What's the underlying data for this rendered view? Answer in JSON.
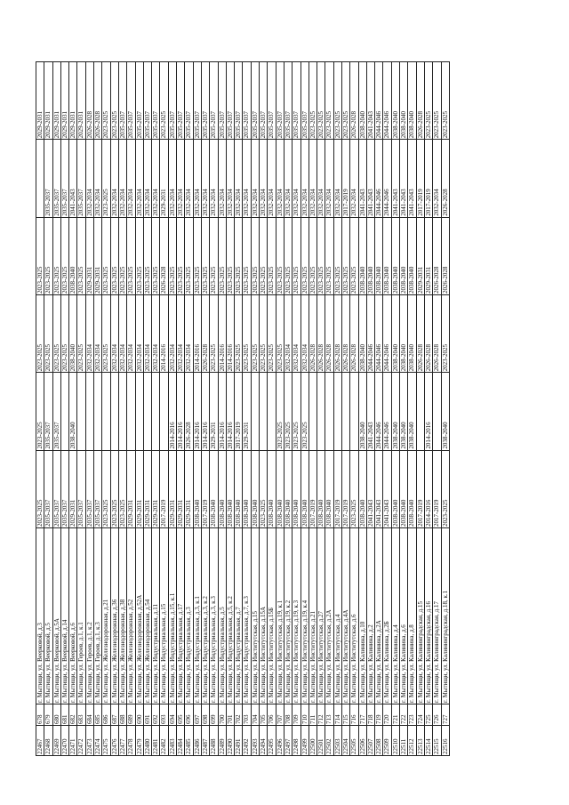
{
  "rows": [
    [
      "22467",
      "678",
      "г. Мытищи, ул. Веерковой, д.3",
      "2023-2025",
      "2023-2025",
      "2023-2025",
      "2023-2025",
      "",
      "2029-2031"
    ],
    [
      "22468",
      "679",
      "г. Мытищи, ул. Веерковой, д.5",
      "2035-2037",
      "2035-2037",
      "2023-2025",
      "2023-2025",
      "2035-2037",
      "2029-2031"
    ],
    [
      "22469",
      "680",
      "г. Мытищи, ул. Веерковой, д.5А",
      "2035-2037",
      "2035-2037",
      "2023-2025",
      "2023-2025",
      "2035-2037",
      "2029-2031"
    ],
    [
      "22470",
      "681",
      "г. Мытищи, ул. Веерковой, д.14",
      "2035-2037",
      "",
      "2023-2025",
      "2023-2025",
      "2035-2037",
      "2029-2031"
    ],
    [
      "22471",
      "682",
      "г. Мытищи, ул. Веерковой, д.6",
      "2029-2031",
      "2038-2040",
      "2038-2040",
      "2038-2040",
      "2041-2043",
      "2029-2031"
    ],
    [
      "22472",
      "683",
      "г. Мытищи, ул. Героев, д.1, к.1",
      "2035-2037",
      "",
      "2023-2025",
      "2023-2025",
      "2035-2037",
      "2029-2031"
    ],
    [
      "22473",
      "684",
      "г. Мытищи, ул. Героев, д.1, к.2",
      "2035-2037",
      "",
      "2032-2034",
      "2029-2031",
      "2032-2034",
      "2026-2028"
    ],
    [
      "22474",
      "685",
      "г. Мытищи, ул. Героев, д.1, к.3",
      "2035-2037",
      "",
      "2032-2034",
      "2029-2031",
      "2032-2034",
      "2026-2028"
    ],
    [
      "22475",
      "686",
      "г. Мытищи, ул. Железнодорожная, д.21",
      "2023-2025",
      "",
      "2023-2025",
      "2023-2025",
      "2023-2025",
      "2023-2025"
    ],
    [
      "22476",
      "687",
      "г. Мытищи, ул. Железнодорожная, д.36",
      "2023-2025",
      "",
      "2032-2034",
      "2023-2025",
      "2032-2034",
      "2023-2025"
    ],
    [
      "22477",
      "688",
      "г. Мытищи, ул. Железнодорожная, д.38",
      "2023-2025",
      "",
      "2032-2034",
      "2023-2025",
      "2032-2034",
      "2035-2037"
    ],
    [
      "22478",
      "689",
      "г. Мытищи, ул. Железнодорожная, д.52",
      "2029-2031",
      "",
      "2032-2034",
      "2023-2025",
      "2032-2034",
      "2035-2037"
    ],
    [
      "22479",
      "690",
      "г. Мытищи, ул. Железнодорожная, д.52А",
      "2029-2031",
      "",
      "2032-2034",
      "2023-2025",
      "2032-2034",
      "2035-2037"
    ],
    [
      "22480",
      "691",
      "г. Мытищи, ул. Железнодорожная, д.54",
      "2029-2031",
      "",
      "2032-2034",
      "2023-2025",
      "2032-2034",
      "2035-2037"
    ],
    [
      "22481",
      "692",
      "г. Мытищи, ул. Индустриальная, д.11",
      "2029-2031",
      "",
      "2032-2034",
      "2023-2025",
      "2032-2034",
      "2035-2037"
    ],
    [
      "22482",
      "693",
      "г. Мытищи, ул. Индустриальная, д.15",
      "2017-2019",
      "",
      "2014-2016",
      "2026-2028",
      "2029-2031",
      "2023-2025"
    ],
    [
      "22483",
      "694",
      "г. Мытищи, ул. Индустриальная, д.15, к.1",
      "2029-2031",
      "2014-2016",
      "2032-2034",
      "2023-2025",
      "2032-2034",
      "2035-2037"
    ],
    [
      "22484",
      "695",
      "г. Мытищи, ул. Индустриальная, д.17",
      "2029-2031",
      "2014-2016",
      "2032-2034",
      "2023-2025",
      "2032-2034",
      "2035-2037"
    ],
    [
      "22485",
      "696",
      "г. Мытищи, ул. Индустриальная, д.3",
      "2029-2031",
      "2026-2028",
      "2032-2034",
      "2023-2025",
      "2032-2034",
      "2035-2037"
    ],
    [
      "22486",
      "697",
      "г. Мытищи, ул. Индустриальная, д.3, к.1",
      "2038-2040",
      "2014-2016",
      "2014-2016",
      "2023-2025",
      "2032-2034",
      "2035-2037"
    ],
    [
      "22487",
      "698",
      "г. Мытищи, ул. Индустриальная, д.3, к.2",
      "2017-2019",
      "2014-2016",
      "2026-2028",
      "2023-2025",
      "2032-2034",
      "2035-2037"
    ],
    [
      "22488",
      "699",
      "г. Мытищи, ул. Индустриальная, д.3, к.3",
      "2038-2040",
      "2029-2031",
      "2023-2025",
      "2023-2025",
      "2032-2034",
      "2035-2037"
    ],
    [
      "22489",
      "700",
      "г. Мытищи, ул. Индустриальная, д.5",
      "2038-2040",
      "2014-2016",
      "2014-2016",
      "2023-2025",
      "2032-2034",
      "2035-2037"
    ],
    [
      "22490",
      "701",
      "г. Мытищи, ул. Индустриальная, д.5, к.2",
      "2038-2040",
      "2014-2016",
      "2014-2016",
      "2023-2025",
      "2032-2034",
      "2035-2037"
    ],
    [
      "22491",
      "702",
      "г. Мытищи, ул. Индустриальная, д.7",
      "2038-2040",
      "2017-2019",
      "2023-2025",
      "2023-2025",
      "2032-2034",
      "2035-2037"
    ],
    [
      "22492",
      "703",
      "г. Мытищи, ул. Индустриальная, д.7, к.3",
      "2038-2040",
      "2029-2031",
      "2023-2025",
      "2023-2025",
      "2032-2034",
      "2035-2037"
    ],
    [
      "22493",
      "704",
      "г. Мытищи, ул. Институтская, д.15",
      "2038-2040",
      "",
      "2023-2025",
      "2023-2025",
      "2032-2034",
      "2035-2037"
    ],
    [
      "22494",
      "705",
      "г. Мытищи, ул. Институтская, д.15А",
      "2023-2025",
      "",
      "2023-2025",
      "2023-2025",
      "2032-2034",
      "2035-2037"
    ],
    [
      "22495",
      "706",
      "г. Мытищи, ул. Институтская, д.15Б",
      "2038-2040",
      "",
      "2023-2025",
      "2023-2025",
      "2032-2034",
      "2035-2037"
    ],
    [
      "22496",
      "707",
      "г. Мытищи, ул. Институтская, д.19, к.1",
      "2038-2040",
      "2023-2025",
      "2023-2025",
      "2023-2025",
      "2032-2034",
      "2035-2037"
    ],
    [
      "22497",
      "708",
      "г. Мытищи, ул. Институтская, д.19, к.2",
      "2038-2040",
      "2023-2025",
      "2032-2034",
      "2023-2025",
      "2032-2034",
      "2035-2037"
    ],
    [
      "22498",
      "709",
      "г. Мытищи, ул. Институтская, д.19, к.3",
      "2038-2040",
      "2023-2025",
      "2032-2034",
      "2023-2025",
      "2032-2034",
      "2035-2037"
    ],
    [
      "22499",
      "710",
      "г. Мытищи, ул. Институтская, д.19, к.4",
      "2038-2040",
      "2023-2025",
      "2032-2034",
      "2023-2025",
      "2032-2034",
      "2035-2037"
    ],
    [
      "22500",
      "711",
      "г. Мытищи, ул. Институтская, д.21",
      "2017-2019",
      "",
      "2026-2028",
      "2023-2025",
      "2032-2034",
      "2023-2025"
    ],
    [
      "22501",
      "712",
      "г. Мытищи, ул. Институтская, д.27",
      "2038-2040",
      "",
      "2026-2028",
      "2023-2025",
      "2032-2034",
      "2023-2025"
    ],
    [
      "22502",
      "713",
      "г. Мытищи, ул. Институтская, д.2А",
      "2038-2040",
      "",
      "2026-2028",
      "2023-2025",
      "2032-2034",
      "2023-2025"
    ],
    [
      "22503",
      "714",
      "г. Мытищи, ул. Институтская, д.4",
      "2017-2019",
      "",
      "2026-2028",
      "2023-2025",
      "2032-2034",
      "2023-2025"
    ],
    [
      "22504",
      "715",
      "г. Мытищи, ул. Институтская, д.4А",
      "2017-2019",
      "",
      "2026-2028",
      "2023-2025",
      "2017-2019",
      "2023-2025"
    ],
    [
      "22505",
      "716",
      "г. Мытищи, ул. Институтская, д.6",
      "2023-2025",
      "",
      "2026-2028",
      "2023-2025",
      "2032-2034",
      "2026-2028"
    ],
    [
      "22506",
      "717",
      "г. Мытищи, ул. Калинина, д.10",
      "2038-2040",
      "2038-2040",
      "2038-2040",
      "2038-2040",
      "2041-2043",
      "2038-2040"
    ],
    [
      "22507",
      "718",
      "г. Мытищи, ул. Калинина, д.2",
      "2041-2043",
      "2041-2043",
      "2044-2046",
      "2038-2040",
      "2041-2043",
      "2041-2043"
    ],
    [
      "22508",
      "719",
      "г. Мытищи, ул. Калинина, д.2А",
      "2041-2043",
      "2044-2046",
      "2044-2046",
      "2038-2040",
      "2044-2046",
      "2044-2046"
    ],
    [
      "22509",
      "720",
      "г. Мытищи, ул. Калинина, д.2Б",
      "2041-2043",
      "2044-2046",
      "2044-2046",
      "2038-2040",
      "2044-2046",
      "2044-2046"
    ],
    [
      "22510",
      "721",
      "г. Мытищи, ул. Калинина, д.4",
      "2038-2040",
      "2038-2040",
      "2038-2040",
      "2038-2040",
      "2041-2043",
      "2038-2040"
    ],
    [
      "22511",
      "722",
      "г. Мытищи, ул. Калинина, д.6",
      "2038-2040",
      "2038-2040",
      "2038-2040",
      "2038-2040",
      "2041-2043",
      "2038-2040"
    ],
    [
      "22512",
      "723",
      "г. Мытищи, ул. Калинина, д.8",
      "2038-2040",
      "2038-2040",
      "2038-2040",
      "2038-2040",
      "2041-2043",
      "2038-2040"
    ],
    [
      "22513",
      "724",
      "г. Мытищи, ул. Калининградская, д.15",
      "2017-2019",
      "",
      "2026-2028",
      "2029-2031",
      "2017-2019",
      "2026-2028"
    ],
    [
      "22514",
      "725",
      "г. Мытищи, ул. Калининградская, д.16",
      "2014-2016",
      "2014-2016",
      "2026-2028",
      "2029-2031",
      "2017-2019",
      "2023-2025"
    ],
    [
      "22515",
      "726",
      "г. Мытищи, ул. Калининградская, д.17",
      "2017-2019",
      "",
      "2026-2028",
      "2026-2028",
      "2032-2034",
      "2023-2025"
    ],
    [
      "22516",
      "727",
      "г. Мытищи, ул. Калининградская, д.18, к.1",
      "2023-2025",
      "2038-2040",
      "2023-2025",
      "2026-2028",
      "2026-2028",
      "2023-2025"
    ]
  ]
}
